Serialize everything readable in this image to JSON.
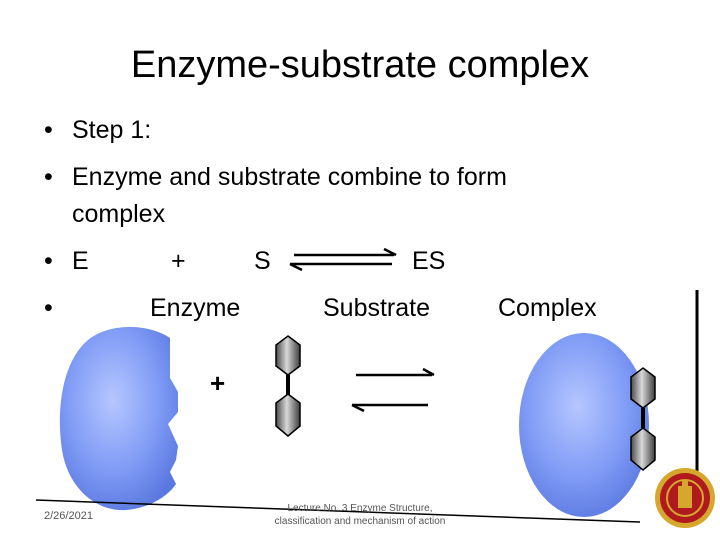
{
  "slide": {
    "title": "Enzyme-substrate complex",
    "bullets": {
      "step": "Step 1:",
      "desc_line1": "Enzyme and substrate combine to form",
      "desc_line2": "complex",
      "eq_e": "E",
      "eq_plus": "+",
      "eq_s": "S",
      "eq_es": "ES",
      "label_enzyme": "Enzyme",
      "label_substrate": "Substrate",
      "label_complex": "Complex"
    },
    "bullet_char": "•",
    "diagram_plus": "+",
    "footer": {
      "date": "2/26/2021",
      "lecture_line1": "Lecture No. 3 Enzyme Structure,",
      "lecture_line2": "classification and mechanism of action"
    },
    "colors": {
      "enzyme_blue": "#7f9bf5",
      "substrate_gray": "#888888",
      "seal_red": "#b0191e",
      "seal_gold": "#d6a72c"
    }
  }
}
